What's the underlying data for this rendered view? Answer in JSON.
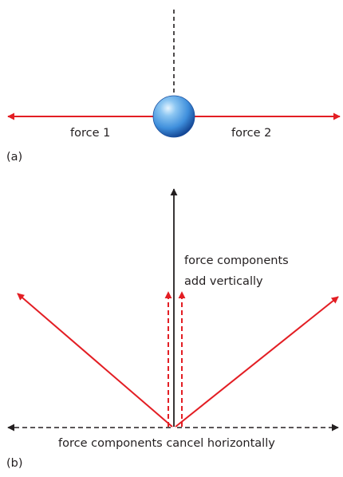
{
  "panel_a": {
    "panel_label": "(a)",
    "force_left_label": "force 1",
    "force_right_label": "force 2"
  },
  "panel_b": {
    "panel_label": "(b)",
    "vertical_caption_line1": "force  components",
    "vertical_caption_line2": "add vertically",
    "horizontal_caption": "force  components cancel horizontally"
  },
  "colors": {
    "force_red": "#e31e24",
    "ink": "#231f20",
    "ball_light": "#bfe3ff",
    "ball_mid": "#3f8fdc",
    "ball_dark": "#0f3e8c"
  }
}
